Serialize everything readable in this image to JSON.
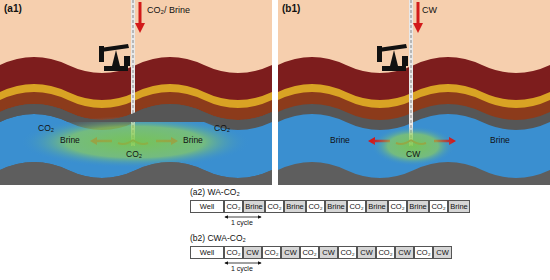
{
  "diagram": {
    "nodes": [
      {
        "text": [
          "Well"
        ]
      },
      {
        "text": [
          "CO₂"
        ]
      },
      {
        "text": [
          "Brine"
        ]
      },
      {
        "text": [
          "CO₂"
        ]
      },
      {
        "text": [
          "Brine"
        ]
      },
      {
        "text": [
          "CO₂"
        ]
      },
      {
        "text": [
          "Brine"
        ]
      },
      {
        "text": [
          "CO₂"
        ]
      },
      {
        "text": [
          "Brine"
        ]
      },
      {
        "text": [
          "CO₂"
        ]
      },
      {
        "text": [
          "Brine"
        ]
      },
      {
        "text": [
          "CO₂"
        ]
      },
      {
        "text": [
          "Brine"
        ]
      },
      {
        "text": [
          "Well"
        ]
      },
      {
        "text": [
          "CO₂"
        ]
      },
      {
        "text": [
          "CW"
        ]
      },
      {
        "text": [
          "CO₂"
        ]
      },
      {
        "text": [
          "CW"
        ]
      },
      {
        "text": [
          "CO₂"
        ]
      },
      {
        "text": [
          "CW"
        ]
      },
      {
        "text": [
          "CO₂"
        ]
      },
      {
        "text": [
          "CW"
        ]
      },
      {
        "text": [
          "CO₂"
        ]
      },
      {
        "text": [
          "CW"
        ]
      },
      {
        "text": [
          "CO₂"
        ]
      },
      {
        "text": [
          "CW"
        ]
      }
    ],
    "labels": [
      "(a1)",
      "CO₂/ Brine",
      "CO₂",
      "Brine",
      "CO₂",
      "Brine",
      "CO₂",
      "(b1)",
      "CW",
      "Brine",
      "CW",
      "Brine",
      "(a2) WA-CO₂",
      "1 cycle",
      "(b2) CWA-CO₂",
      "1 cycle"
    ]
  }
}
